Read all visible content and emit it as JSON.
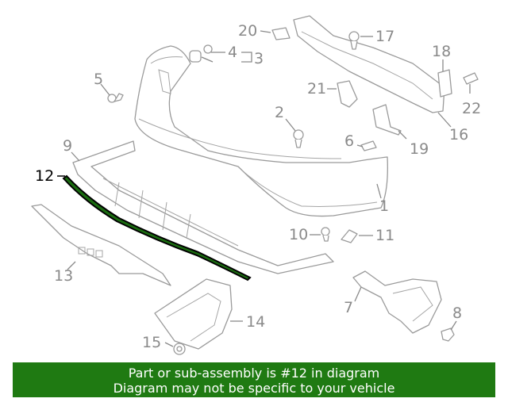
{
  "callouts": {
    "n1": "1",
    "n2": "2",
    "n3": "3",
    "n4": "4",
    "n5": "5",
    "n6": "6",
    "n7": "7",
    "n8": "8",
    "n9": "9",
    "n10": "10",
    "n11": "11",
    "n12": "12",
    "n13": "13",
    "n14": "14",
    "n15": "15",
    "n16": "16",
    "n17": "17",
    "n18": "18",
    "n19": "19",
    "n20": "20",
    "n21": "21",
    "n22": "22"
  },
  "highlight": {
    "part": "12",
    "color": "#000000"
  },
  "colors": {
    "footer_bg": "#1f7a12",
    "line_art": "#9a9a9a",
    "highlight_fill": "#1a6b10"
  },
  "footer": {
    "line1": "Part or sub-assembly is #12 in diagram",
    "line2": "Diagram may not be specific to your vehicle"
  }
}
